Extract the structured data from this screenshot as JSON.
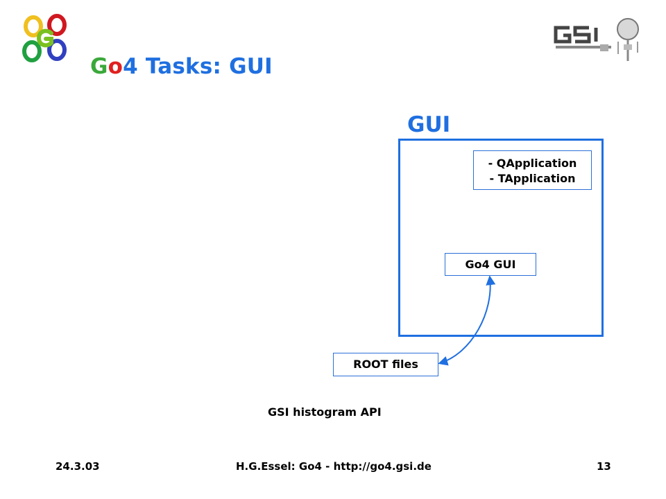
{
  "title": {
    "prefix_letters": [
      "G",
      "o",
      "4"
    ],
    "rest": " Tasks: GUI",
    "colors": {
      "g": "#3aa83a",
      "o": "#e02020",
      "four": "#1f6fe0",
      "rest": "#1f6fe0"
    }
  },
  "logos": {
    "go4": {
      "icon": "go4-logo-icon",
      "colors": [
        "#f0c020",
        "#d01820",
        "#7ac020",
        "#20a040",
        "#3040c0"
      ]
    },
    "gsi": {
      "icon": "gsi-logo-icon",
      "text": "GSI"
    }
  },
  "diagram": {
    "frame_label": "GUI",
    "accent": "#1f6fe0",
    "box_qapplication": {
      "line1": "- QApplication",
      "line2": "- TApplication"
    },
    "box_go4gui": "Go4 GUI",
    "box_rootfiles": "ROOT files",
    "caption": "GSI histogram API"
  },
  "footer": {
    "date": "24.3.03",
    "author": "H.G.Essel: Go4 - http://go4.gsi.de",
    "page": "13"
  }
}
